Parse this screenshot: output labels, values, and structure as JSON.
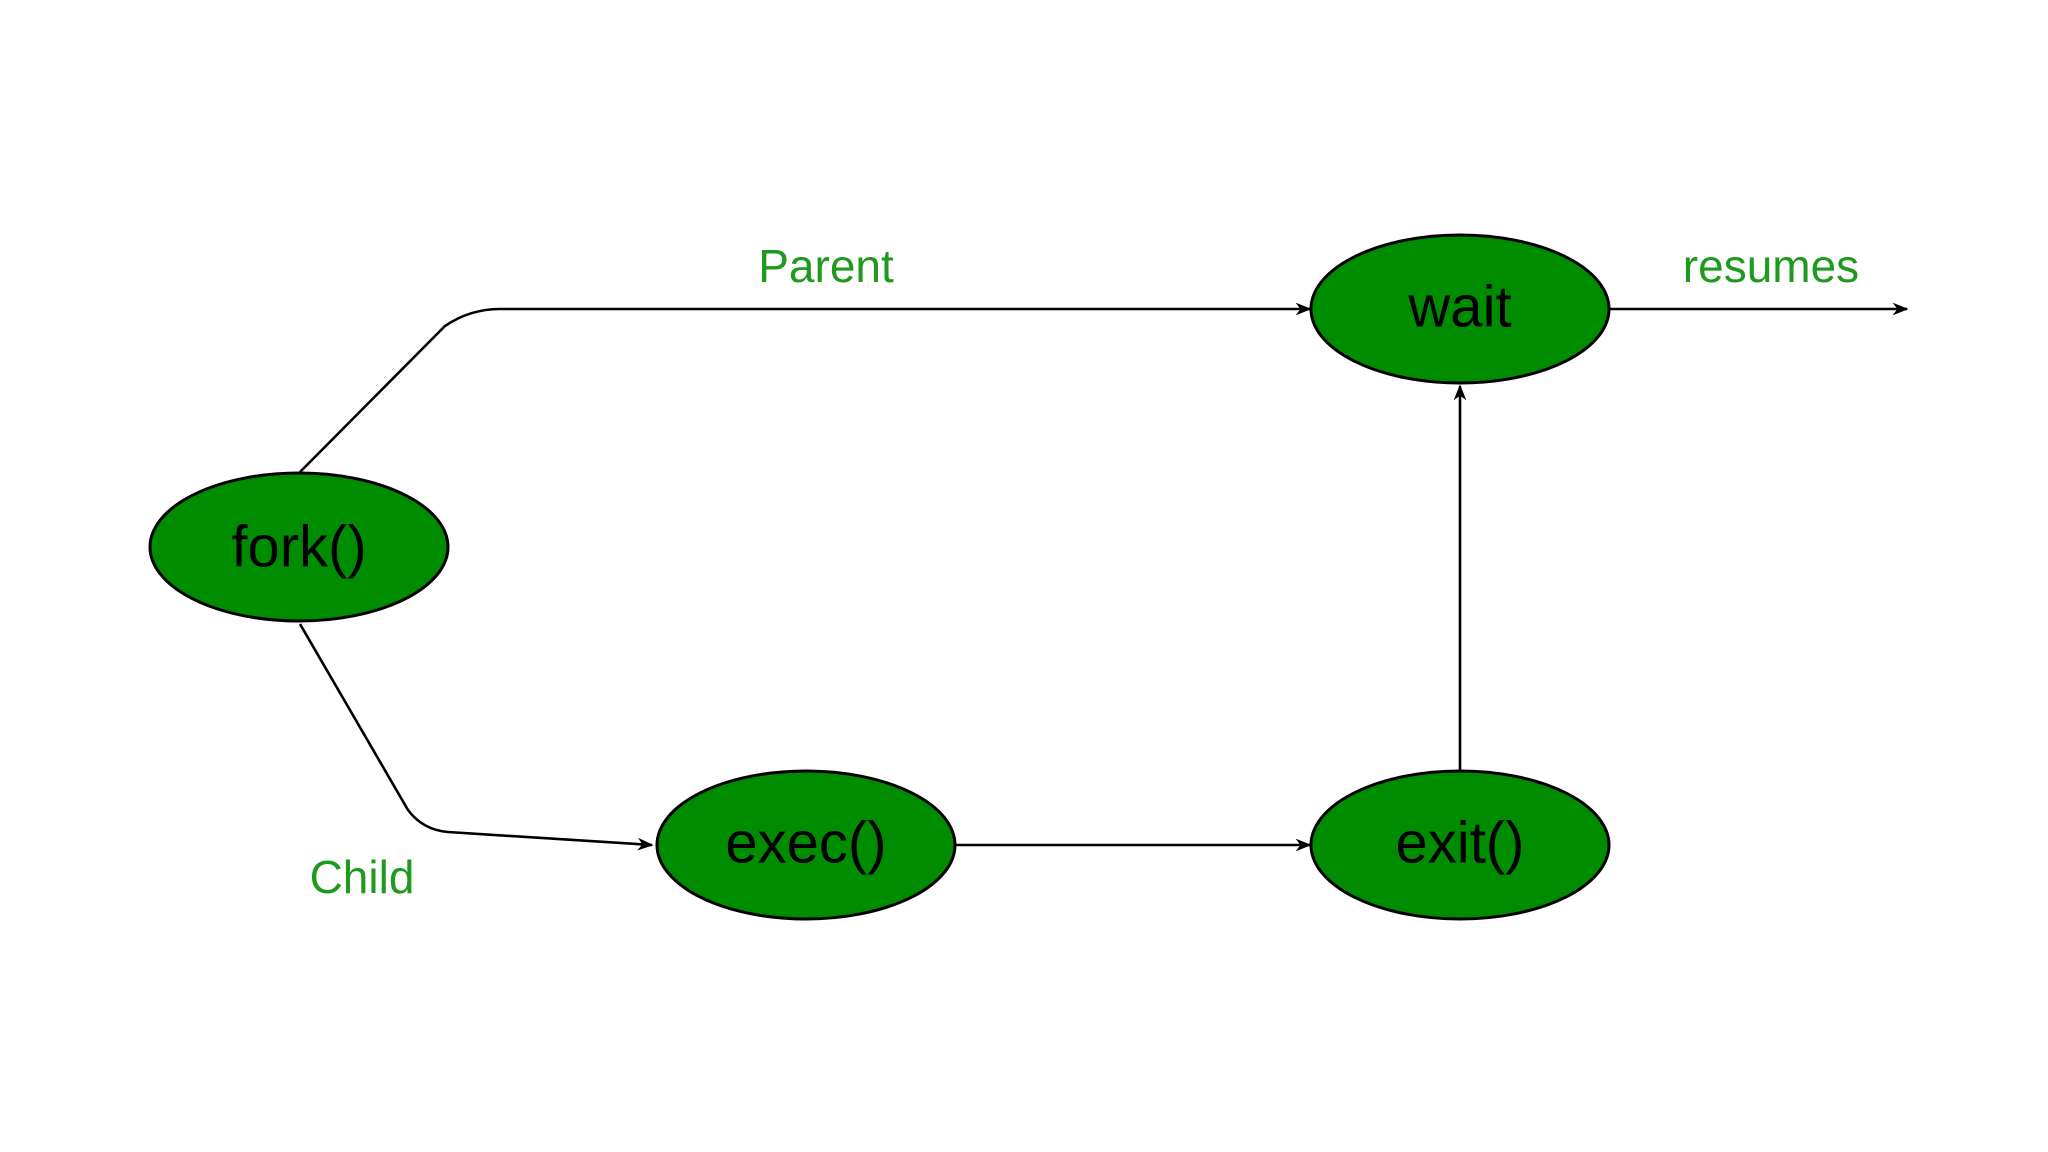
{
  "diagram": {
    "nodes": {
      "fork": {
        "label": "fork()"
      },
      "wait": {
        "label": "wait"
      },
      "exec": {
        "label": "exec()"
      },
      "exit": {
        "label": "exit()"
      }
    },
    "edge_labels": {
      "parent": "Parent",
      "child": "Child",
      "resumes": "resumes"
    },
    "colors": {
      "node_fill": "#008c00",
      "node_stroke": "#000000",
      "edge_label": "#1e9a1e",
      "edge": "#000000"
    }
  }
}
